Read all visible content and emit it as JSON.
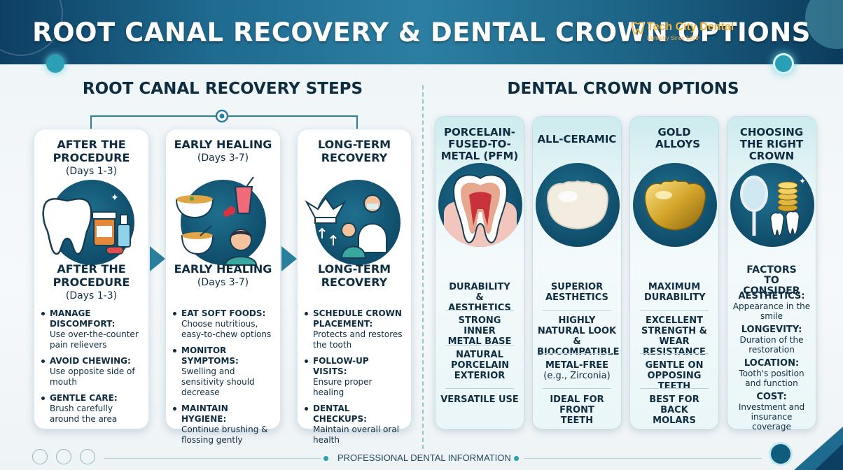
{
  "header": {
    "title": "ROOT CANAL RECOVERY & DENTAL CROWN OPTIONS"
  },
  "logo": {
    "name": "Tech City Dental",
    "sub": "Dentistry Since 1999"
  },
  "recovery": {
    "title": "ROOT CANAL RECOVERY STEPS",
    "cards": [
      {
        "heading": "AFTER THE PROCEDURE",
        "days": "(Days 1-3)",
        "sub_heading": "AFTER THE PROCEDURE",
        "sub_days": "(Days 1-3)",
        "items": [
          {
            "title": "MANAGE DISCOMFORT:",
            "text": "Use over-the-counter pain relievers"
          },
          {
            "title": "AVOID CHEWING:",
            "text": "Use opposite side of mouth"
          },
          {
            "title": "GENTLE CARE:",
            "text": "Brush carefully around the area"
          }
        ]
      },
      {
        "heading": "EARLY HEALING",
        "days": "(Days 3-7)",
        "sub_heading": "EARLY HEALING",
        "sub_days": "(Days 3-7)",
        "items": [
          {
            "title": "EAT SOFT FOODS:",
            "text": "Choose nutritious, easy-to-chew options"
          },
          {
            "title": "MONITOR SYMPTOMS:",
            "text": "Swelling and sensitivity should decrease"
          },
          {
            "title": "MAINTAIN HYGIENE:",
            "text": "Continue brushing & flossing gently"
          }
        ]
      },
      {
        "heading": "LONG-TERM RECOVERY",
        "days": "",
        "sub_heading": "LONG-TERM RECOVERY",
        "sub_days": "",
        "items": [
          {
            "title": "SCHEDULE CROWN PLACEMENT:",
            "text": "Protects and restores the tooth"
          },
          {
            "title": "FOLLOW-UP VISITS:",
            "text": "Ensure proper healing"
          },
          {
            "title": "DENTAL CHECKUPS:",
            "text": "Maintain overall oral health"
          }
        ]
      }
    ]
  },
  "crowns": {
    "title": "DENTAL CROWN OPTIONS",
    "cards": [
      {
        "name": "PORCELAIN-FUSED-TO-METAL (PFM)",
        "features": [
          "DURABILITY & AESTHETICS",
          "STRONG INNER METAL BASE",
          "NATURAL PORCELAIN EXTERIOR",
          "VERSATILE USE"
        ]
      },
      {
        "name": "ALL-CERAMIC",
        "features": [
          "SUPERIOR AESTHETICS",
          "HIGHLY NATURAL LOOK & BIOCOMPATIBLE",
          "METAL-FREE",
          "IDEAL FOR FRONT TEETH"
        ],
        "feature_note": "(e.g., Zirconia)"
      },
      {
        "name": "GOLD ALLOYS",
        "features": [
          "MAXIMUM DURABILITY",
          "EXCELLENT STRENGTH & WEAR RESISTANCE",
          "GENTLE ON OPPOSING TEETH",
          "BEST FOR BACK MOLARS"
        ]
      },
      {
        "name": "CHOOSING THE RIGHT CROWN",
        "factors_title": "FACTORS TO CONSIDER",
        "factors": [
          {
            "title": "AESTHETICS:",
            "text": "Appearance in the smile"
          },
          {
            "title": "LONGEVITY:",
            "text": "Duration of the restoration"
          },
          {
            "title": "LOCATION:",
            "text": "Tooth's position and function"
          },
          {
            "title": "COST:",
            "text": "Investment and insurance coverage"
          }
        ]
      }
    ]
  },
  "footer": {
    "text": "PROFESSIONAL DENTAL INFORMATION"
  },
  "icons": [
    "tooth-icon",
    "medicine-bottle-icon",
    "soup-bowl-icon",
    "smoothie-icon",
    "crown-icon",
    "dentist-icon",
    "magnifier-mirror-icon",
    "coins-icon"
  ],
  "colors": {
    "header": "#1f6a8f",
    "accent": "#2a7f9c",
    "dark_text": "#0f2d40",
    "gold": "#d4a52a"
  }
}
